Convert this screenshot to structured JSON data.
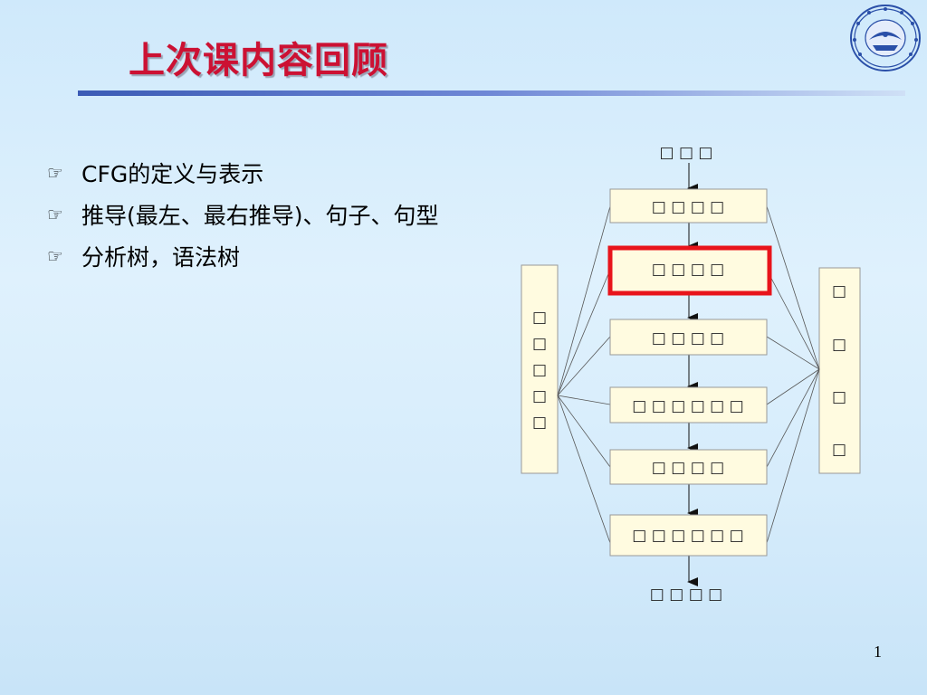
{
  "slide": {
    "title": "上次课内容回顾",
    "page_number": "1"
  },
  "bullets": [
    {
      "icon": "pointing-hand-icon",
      "text": "CFG的定义与表示"
    },
    {
      "icon": "pointing-hand-icon",
      "text": "推导(最左、最右推导)、句子、句型"
    },
    {
      "icon": "pointing-hand-icon",
      "text": "分析树，语法树"
    }
  ],
  "diagram": {
    "top_label": "□ □ □",
    "bottom_label": "□ □ □ □",
    "stages": [
      {
        "label": "□ □ □ □",
        "highlighted": false
      },
      {
        "label": "□ □ □ □",
        "highlighted": true
      },
      {
        "label": "□ □ □ □",
        "highlighted": false
      },
      {
        "label": "□ □ □ □ □ □",
        "highlighted": false
      },
      {
        "label": "□ □ □ □",
        "highlighted": false
      },
      {
        "label": "□ □ □ □ □ □",
        "highlighted": false
      }
    ],
    "left_side_label": [
      "□",
      "□",
      "□",
      "□",
      "□"
    ],
    "right_side_label": [
      "□",
      "□",
      "□",
      "□"
    ],
    "highlight_color": "#e8141b",
    "box_fill": "#fffbe0"
  }
}
